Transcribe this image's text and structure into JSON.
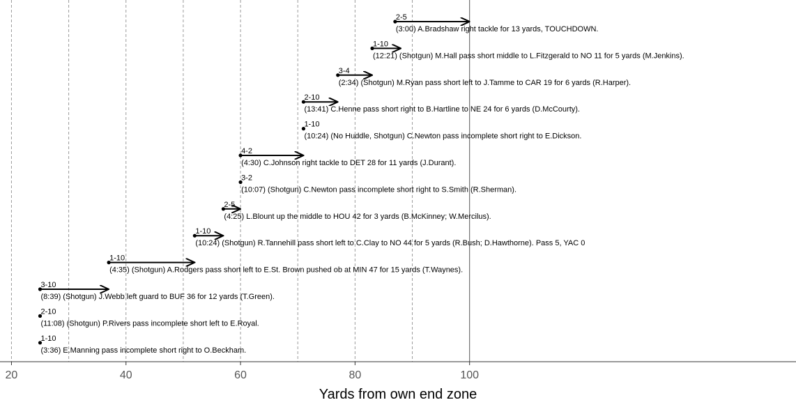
{
  "chart_data": {
    "type": "scatter",
    "xlabel": "Yards from own end zone",
    "xlim": [
      18,
      157
    ],
    "xticks": [
      20,
      40,
      60,
      80,
      100
    ],
    "gridlines_dashed": [
      20,
      30,
      40,
      50,
      60,
      70,
      80,
      90
    ],
    "endzone_line": 100,
    "plays": [
      {
        "down_dist": "2-5",
        "desc": "(3:00) A.Bradshaw right tackle for 13 yards, TOUCHDOWN.",
        "start": 87,
        "end": 100
      },
      {
        "down_dist": "1-10",
        "desc": "(12:21) (Shotgun) M.Hall pass short middle to L.Fitzgerald to NO 11 for 5 yards (M.Jenkins).",
        "start": 83,
        "end": 88
      },
      {
        "down_dist": "3-4",
        "desc": "(2:34) (Shotgun) M.Ryan pass short left to J.Tamme to CAR 19 for 6 yards (R.Harper).",
        "start": 77,
        "end": 83
      },
      {
        "down_dist": "2-10",
        "desc": "(13:41) C.Henne pass short right to B.Hartline to NE 24 for 6 yards (D.McCourty).",
        "start": 71,
        "end": 77
      },
      {
        "down_dist": "1-10",
        "desc": "(10:24) (No Huddle, Shotgun) C.Newton pass incomplete short right to E.Dickson.",
        "start": 71,
        "end": 71
      },
      {
        "down_dist": "4-2",
        "desc": "(4:30) C.Johnson right tackle to DET 28 for 11 yards (J.Durant).",
        "start": 60,
        "end": 71
      },
      {
        "down_dist": "3-2",
        "desc": "(10:07) (Shotgun) C.Newton pass incomplete short right to S.Smith (R.Sherman).",
        "start": 60,
        "end": 60
      },
      {
        "down_dist": "2-5",
        "desc": "(4:25) L.Blount up the middle to HOU 42 for 3 yards (B.McKinney; W.Mercilus).",
        "start": 57,
        "end": 60
      },
      {
        "down_dist": "1-10",
        "desc": "(10:24) (Shotgun) R.Tannehill pass short left to C.Clay to NO 44 for 5 yards (R.Bush; D.Hawthorne). Pass 5, YAC 0",
        "start": 52,
        "end": 57
      },
      {
        "down_dist": "1-10",
        "desc": "(4:35) (Shotgun) A.Rodgers pass short left to E.St. Brown pushed ob at MIN 47 for 15 yards (T.Waynes).",
        "start": 37,
        "end": 52
      },
      {
        "down_dist": "3-10",
        "desc": "(8:39) (Shotgun) J.Webb left guard to BUF 36 for 12 yards (T.Green).",
        "start": 25,
        "end": 37
      },
      {
        "down_dist": "2-10",
        "desc": "(11:08) (Shotgun) P.Rivers pass incomplete short left to E.Royal.",
        "start": 25,
        "end": 25
      },
      {
        "down_dist": "1-10",
        "desc": "(3:36) E.Manning pass incomplete short right to O.Beckham.",
        "start": 25,
        "end": 25
      }
    ]
  }
}
